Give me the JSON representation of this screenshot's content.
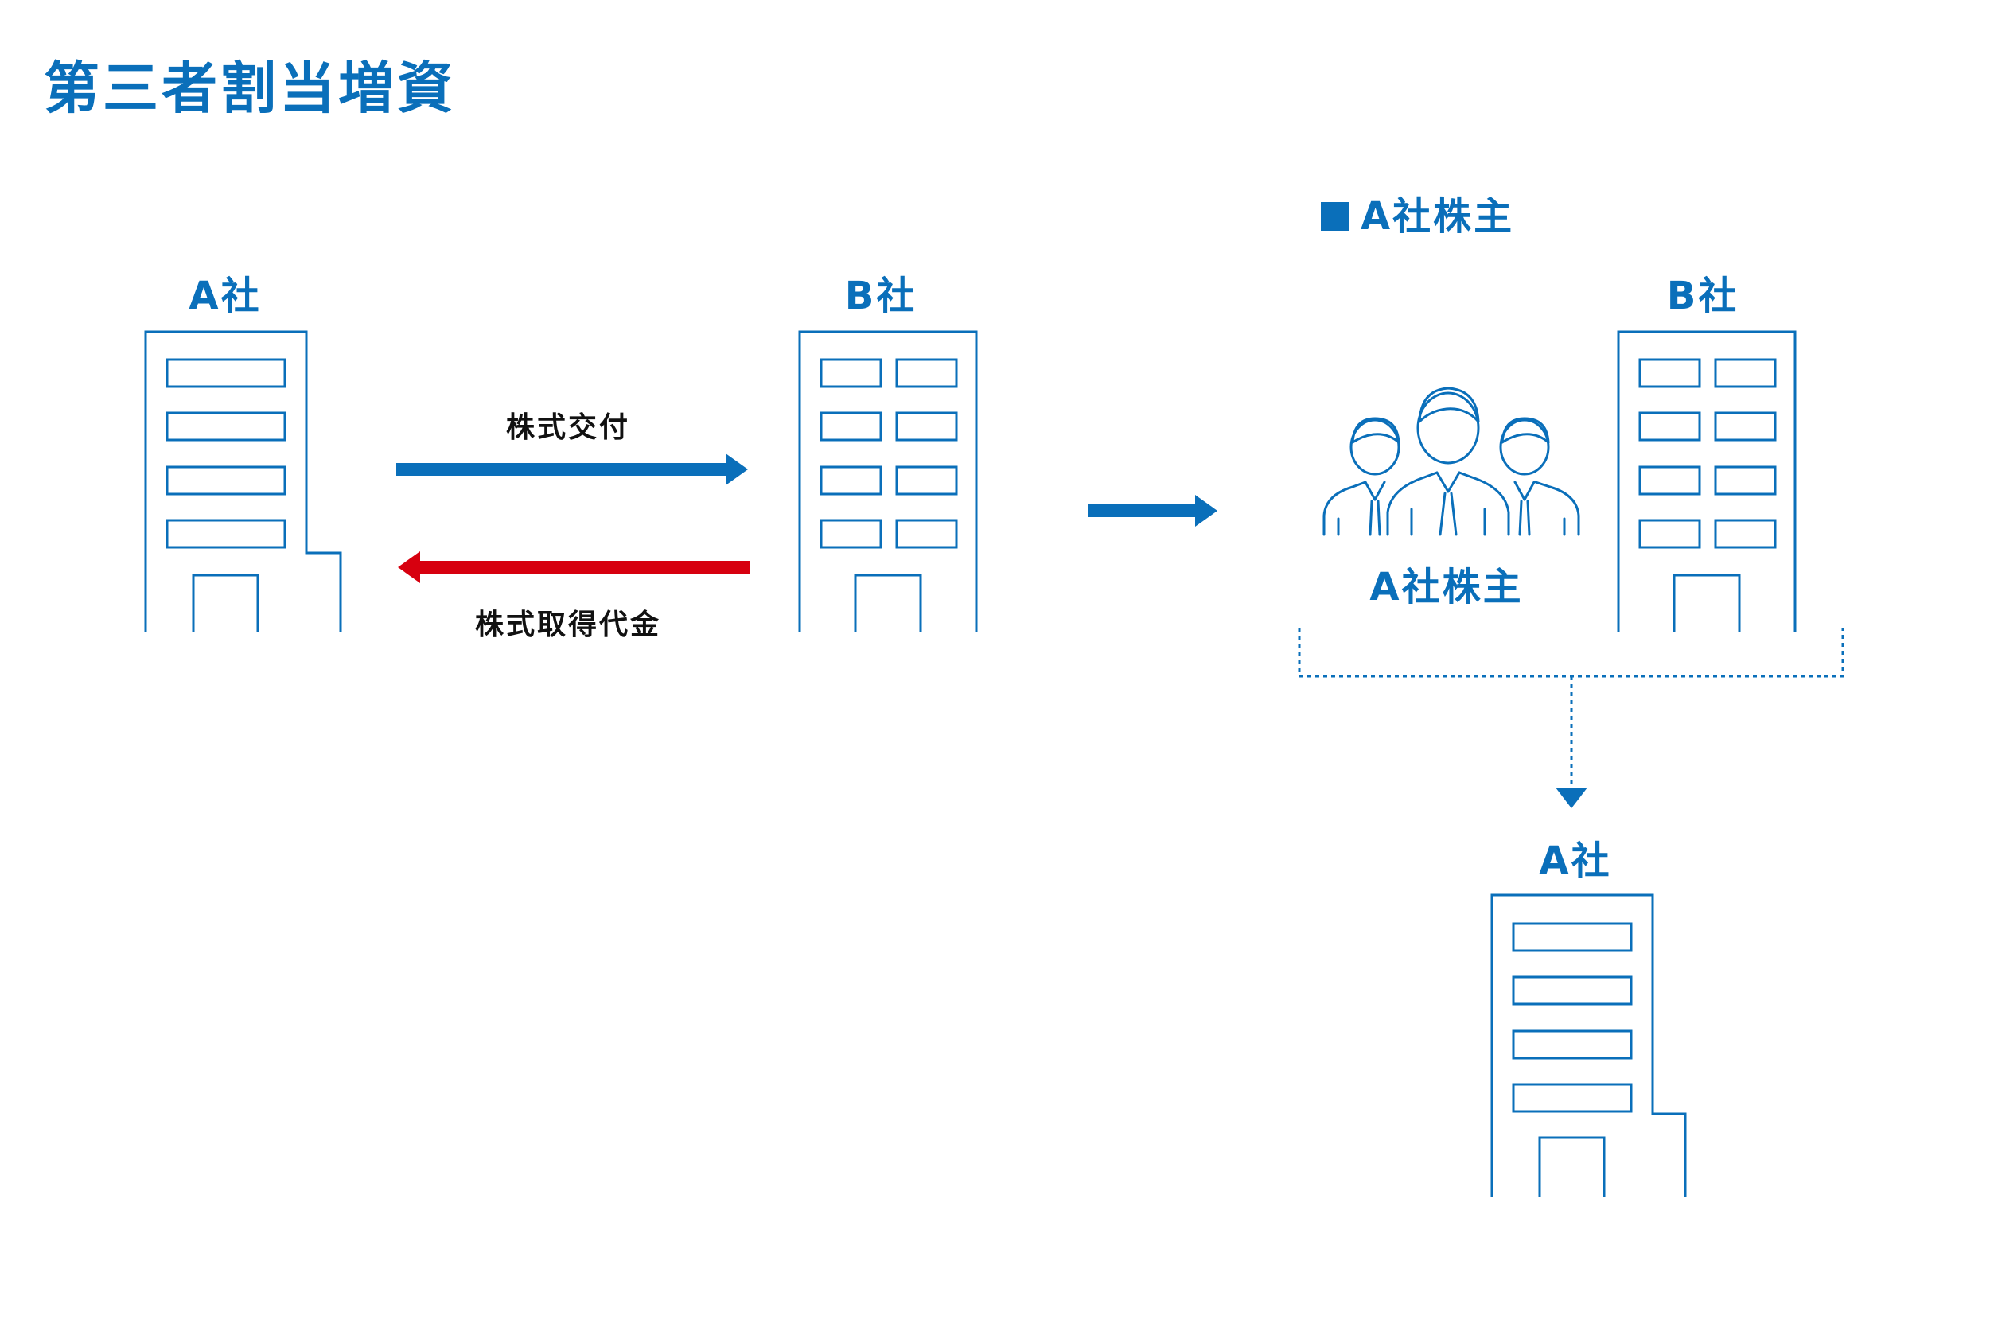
{
  "title": "第三者割当増資",
  "legend": {
    "label": "A社株主"
  },
  "nodes": {
    "company_a_left": "A社",
    "company_b_left": "B社",
    "company_b_right": "B社",
    "shareholders": "A社株主",
    "company_a_bottom": "A社"
  },
  "edges": {
    "stock_delivery": "株式交付",
    "stock_payment": "株式取得代金"
  },
  "icons": {
    "building": "building-icon",
    "shareholders": "people-icon"
  },
  "colors": {
    "accent": "#0a6fba",
    "payment_arrow": "#d7000f",
    "text_dark": "#111111"
  }
}
